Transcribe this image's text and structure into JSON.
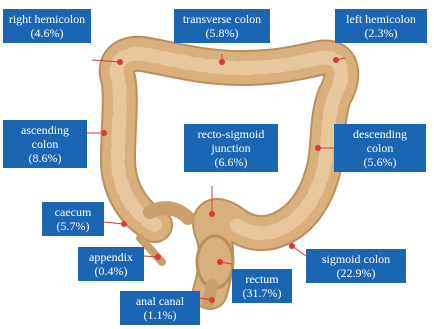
{
  "colors": {
    "label_background": "#1a66b3",
    "label_text": "#ffffff",
    "colon_fill": "#d6ae7b",
    "colon_outline": "#b98f5c",
    "tumor_marker": "#d63a3a"
  },
  "labels": {
    "right_hemicolon": {
      "name": "right hemicolon",
      "percent": "(4.6%)"
    },
    "transverse_colon": {
      "name": "transverse colon",
      "percent": "(5.8%)"
    },
    "left_hemicolon": {
      "name": "left hemicolon",
      "percent": "(2.3%)"
    },
    "ascending_colon": {
      "name_line1": "ascending",
      "name_line2": "colon",
      "percent": "(8.6%)"
    },
    "recto_sigmoid": {
      "name_line1": "recto-sigmoid",
      "name_line2": "junction",
      "percent": "(6.6%)"
    },
    "descending_colon": {
      "name_line1": "descending",
      "name_line2": "colon",
      "percent": "(5.6%)"
    },
    "caecum": {
      "name": "caecum",
      "percent": "(5.7%)"
    },
    "appendix": {
      "name": "appendix",
      "percent": "(0.4%)"
    },
    "sigmoid_colon": {
      "name": "sigmoid colon",
      "percent": "(22.9%)"
    },
    "rectum": {
      "name": "rectum",
      "percent": "(31.7%)"
    },
    "anal_canal": {
      "name": "anal canal",
      "percent": "(1.1%)"
    }
  }
}
